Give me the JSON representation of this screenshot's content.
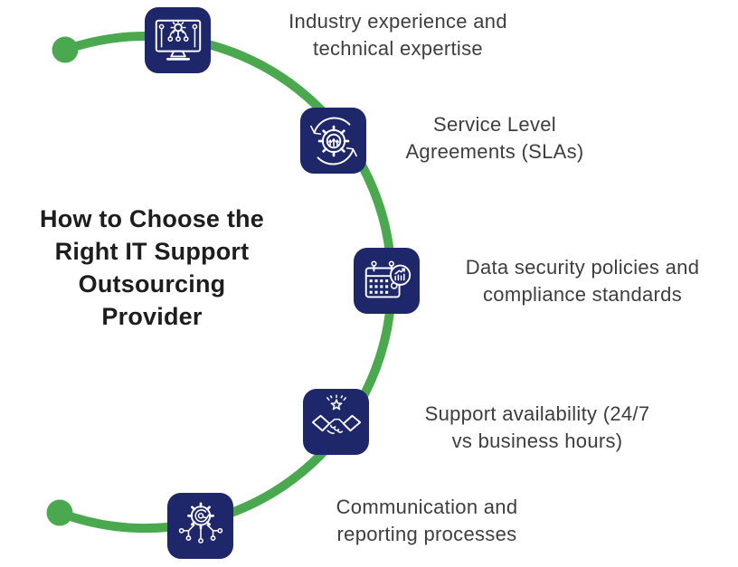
{
  "title": {
    "text": "How to Choose the Right IT Support Outsourcing Provider",
    "lines": [
      "How to Choose the",
      "Right IT Support",
      "Outsourcing",
      "Provider"
    ]
  },
  "items": [
    {
      "icon": "monitor-network-icon",
      "label": "Industry experience and technical expertise",
      "lines": [
        "Industry experience and",
        "technical expertise"
      ]
    },
    {
      "icon": "gear-refresh-icon",
      "label": "Service Level Agreements (SLAs)",
      "lines": [
        "Service Level",
        "Agreements (SLAs)"
      ]
    },
    {
      "icon": "calendar-chart-icon",
      "label": "Data security policies and compliance standards",
      "lines": [
        "Data security policies and",
        "compliance standards"
      ]
    },
    {
      "icon": "handshake-star-icon",
      "label": "Support availability (24/7 vs business hours)",
      "lines": [
        "Support availability (24/7",
        "vs business hours)"
      ]
    },
    {
      "icon": "gear-circuit-icon",
      "label": "Communication and reporting processes",
      "lines": [
        "Communication and",
        "reporting processes"
      ]
    }
  ],
  "colors": {
    "background": "#ffffff",
    "arc": "#4aa94e",
    "tile": "#1d2769",
    "icon-stroke": "#ffffff",
    "title-text": "#1d1d1d",
    "label-text": "#3e3e3e"
  }
}
